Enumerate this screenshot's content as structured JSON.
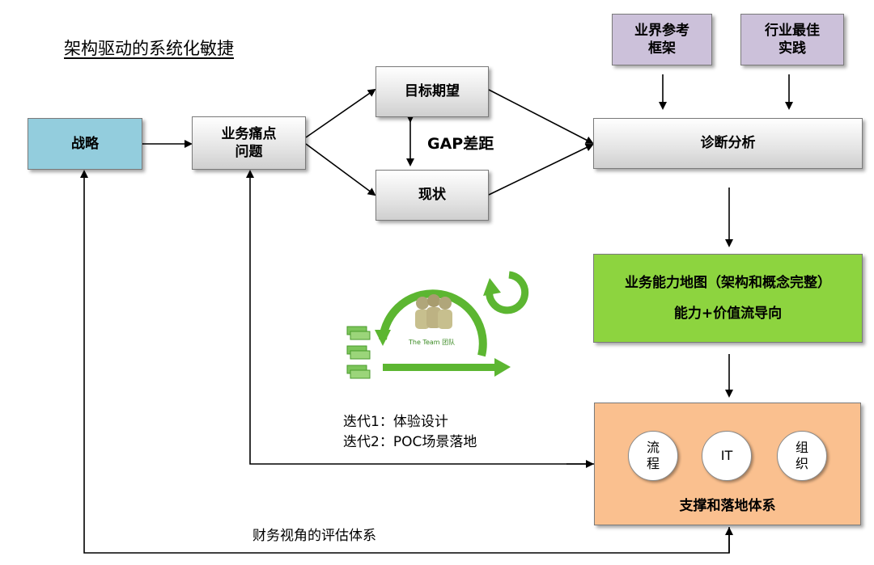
{
  "title": "架构驱动的系统化敏捷",
  "nodes": {
    "strategy": "战略",
    "pain_line1": "业务痛点",
    "pain_line2": "问题",
    "target": "目标期望",
    "current": "现状",
    "gap": "GAP差距",
    "diagnosis": "诊断分析",
    "ref_line1": "业界参考",
    "ref_line2": "框架",
    "best_line1": "行业最佳",
    "best_line2": "实践",
    "capmap_line1": "业务能力地图（架构和概念完整）",
    "capmap_line2": "能力+价值流导向",
    "support_title": "支撑和落地体系",
    "circle_process_1": "流",
    "circle_process_2": "程",
    "circle_it": "IT",
    "circle_org_1": "组",
    "circle_org_2": "织"
  },
  "agile_graphic": {
    "team_label": "The Team 团队",
    "iterations": [
      "迭代1：体验设计",
      "迭代2：POC场景落地"
    ]
  },
  "finance_label": "财务视角的评估体系",
  "colors": {
    "strategy_fill": "#93cddd",
    "ref_fill": "#ccc1da",
    "capmap_fill": "#8dd43f",
    "support_fill": "#fac08f",
    "agile_green": "#5cb631"
  }
}
